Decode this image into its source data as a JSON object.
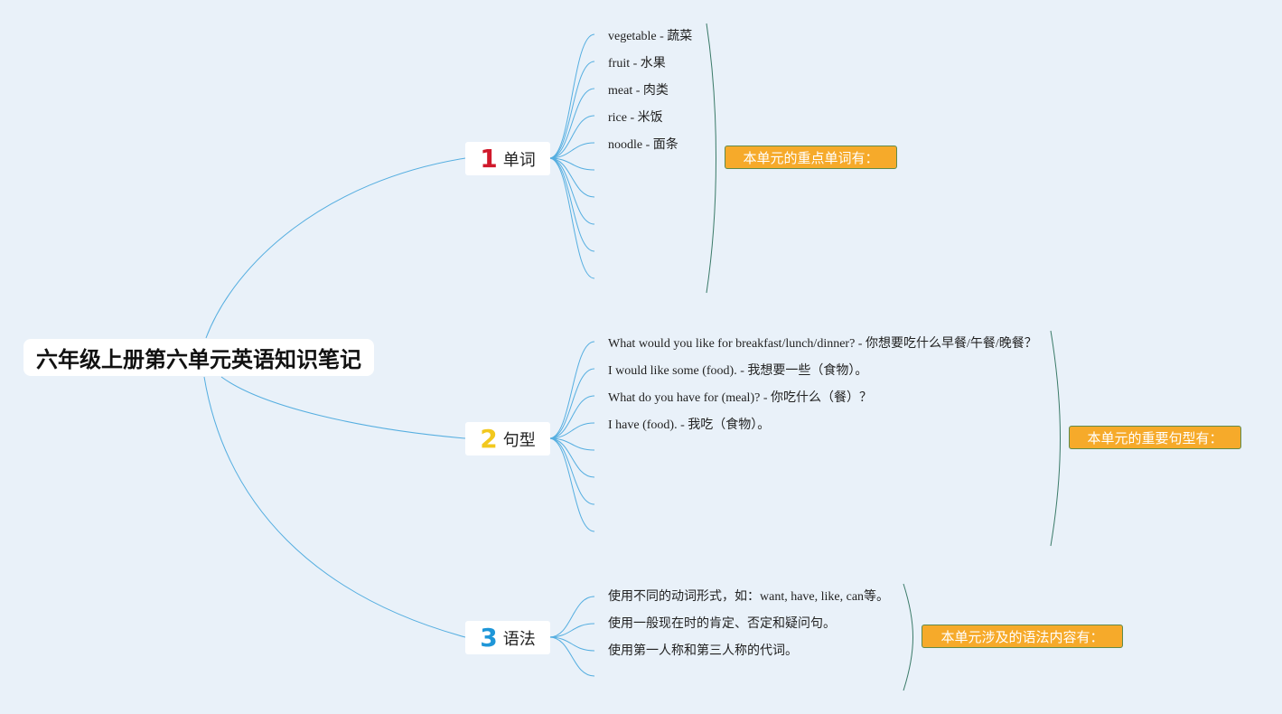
{
  "root": {
    "title": "六年级上册第六单元英语知识笔记"
  },
  "branches": [
    {
      "number": "1",
      "label": "单词",
      "color": "#d0192b",
      "items": [
        "vegetable - 蔬菜",
        "fruit - 水果",
        "meat - 肉类",
        "rice - 米饭",
        "noodle - 面条"
      ],
      "summary": "本单元的重点单词有："
    },
    {
      "number": "2",
      "label": "句型",
      "color": "#f2c81e",
      "items": [
        "What would you like for breakfast/lunch/dinner? - 你想要吃什么早餐/午餐/晚餐？",
        "I would like some (food). - 我想要一些（食物）。",
        "What do you have for (meal)? - 你吃什么（餐）？",
        "I have (food). - 我吃（食物）。"
      ],
      "summary": "本单元的重要句型有："
    },
    {
      "number": "3",
      "label": "语法",
      "color": "#1e96d8",
      "items": [
        "使用不同的动词形式，如：want, have, like, can等。",
        "使用一般现在时的肯定、否定和疑问句。",
        "使用第一人称和第三人称的代词。"
      ],
      "summary": "本单元涉及的语法内容有："
    }
  ],
  "colors": {
    "background": "#e9f1f9",
    "link": "#55aee0",
    "bracket": "#3a7a68",
    "summary_fill": "#f6aa2a"
  }
}
